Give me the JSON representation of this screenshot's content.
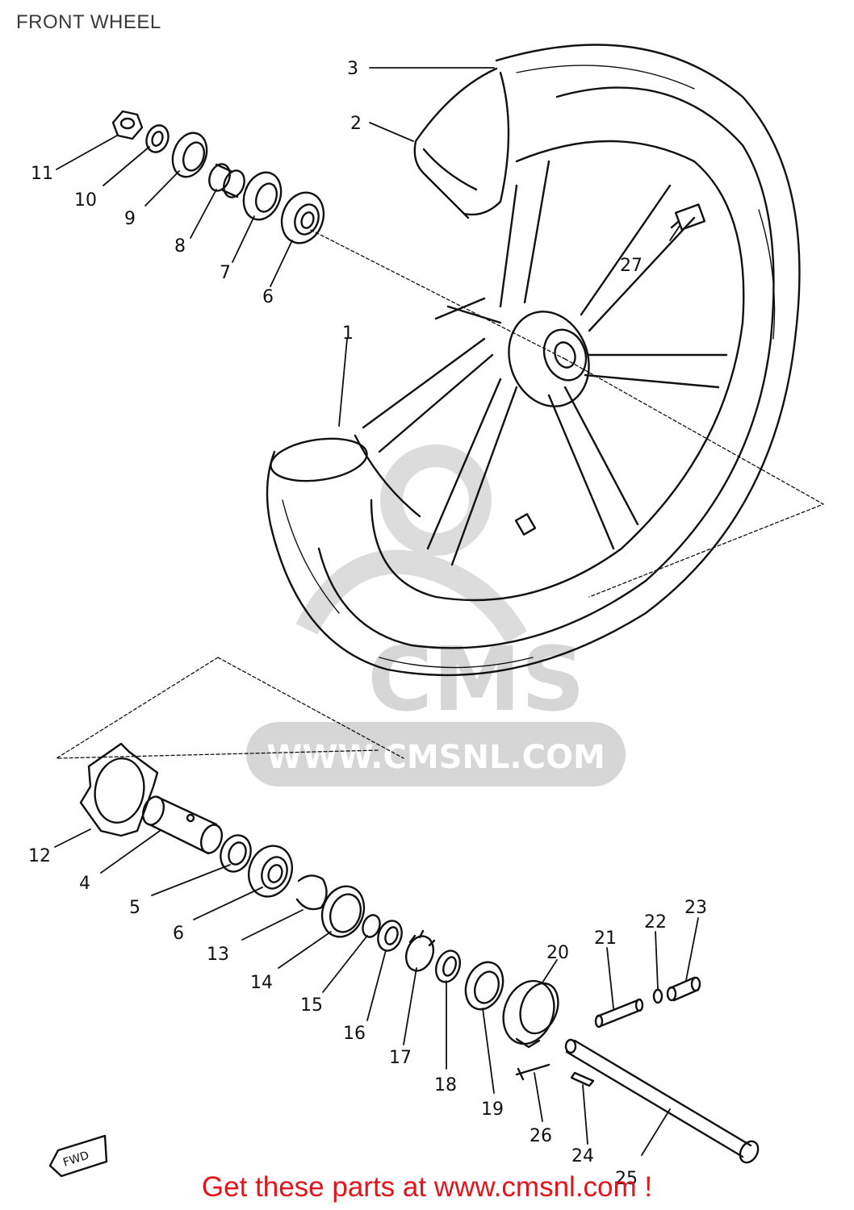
{
  "page": {
    "title": "FRONT WHEEL",
    "footer": "Get these parts at www.cmsnl.com !"
  },
  "watermark": {
    "logo": "CMS",
    "url": "WWW.CMSNL.COM",
    "color": "#d6d6d6"
  },
  "fwd_tag": "FWD",
  "colors": {
    "line": "#111111",
    "footer": "#e4141b",
    "title": "#3a3a3a"
  },
  "callouts": {
    "p1": "1",
    "p2": "2",
    "p3": "3",
    "p4": "4",
    "p5": "5",
    "p6a": "6",
    "p6b": "6",
    "p7": "7",
    "p8": "8",
    "p9": "9",
    "p10": "10",
    "p11": "11",
    "p12": "12",
    "p13": "13",
    "p14": "14",
    "p15": "15",
    "p16": "16",
    "p17": "17",
    "p18": "18",
    "p19": "19",
    "p20": "20",
    "p21": "21",
    "p22": "22",
    "p23": "23",
    "p24": "24",
    "p25": "25",
    "p26": "26",
    "p27": "27"
  }
}
